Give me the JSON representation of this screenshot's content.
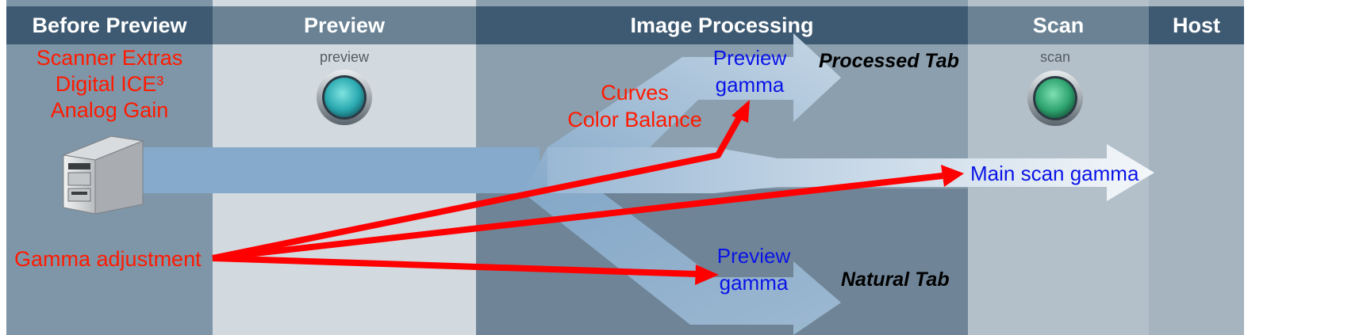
{
  "stages": {
    "before_preview": "Before Preview",
    "preview": "Preview",
    "image_processing": "Image Processing",
    "scan": "Scan",
    "host": "Host"
  },
  "scanner_options": {
    "line1": "Scanner Extras",
    "line2": "Digital ICE³",
    "line3": "Analog Gain"
  },
  "gamma_adjustment": "Gamma adjustment",
  "preview_indicator": "preview",
  "scan_indicator": "scan",
  "processing": {
    "line1": "Curves",
    "line2": "Color Balance"
  },
  "processed_preview": {
    "line1": "Preview",
    "line2": "gamma"
  },
  "natural_preview": {
    "line1": "Preview",
    "line2": "gamma"
  },
  "processed_tab": "Processed Tab",
  "natural_tab": "Natural Tab",
  "main_scan_gamma": "Main scan gamma",
  "colors": {
    "header_dark": "#3e5a72",
    "header_mid": "#6a8294",
    "panel_before": "#7f96a8",
    "panel_preview": "#d2d9df",
    "panel_processing": "#7e93a4",
    "panel_scan": "#b3c0ca",
    "panel_host": "#a6b4c0",
    "flow": "#86aacb",
    "red_arrow": "#ff0000",
    "label_red": "#ff1a00",
    "label_blue": "#0a14e6"
  }
}
